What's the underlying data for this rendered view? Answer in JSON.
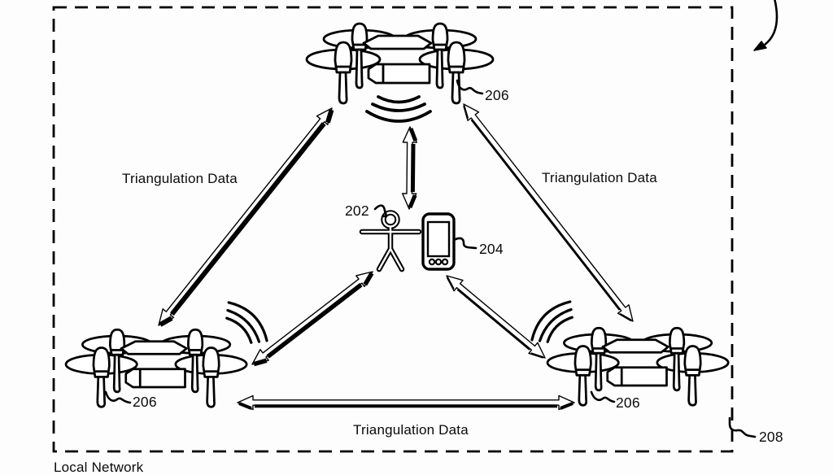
{
  "diagram": {
    "caption": "Local Network",
    "links": {
      "left_label": "Triangulation Data",
      "right_label": "Triangulation Data",
      "bottom_label": "Triangulation Data"
    },
    "references": {
      "person": "202",
      "mobile_device": "204",
      "drone_top": "206",
      "drone_bottom_left": "206",
      "drone_bottom_right": "206",
      "network_boundary": "208"
    },
    "colors": {
      "ink": "#000000",
      "background": "#ffffff"
    }
  }
}
